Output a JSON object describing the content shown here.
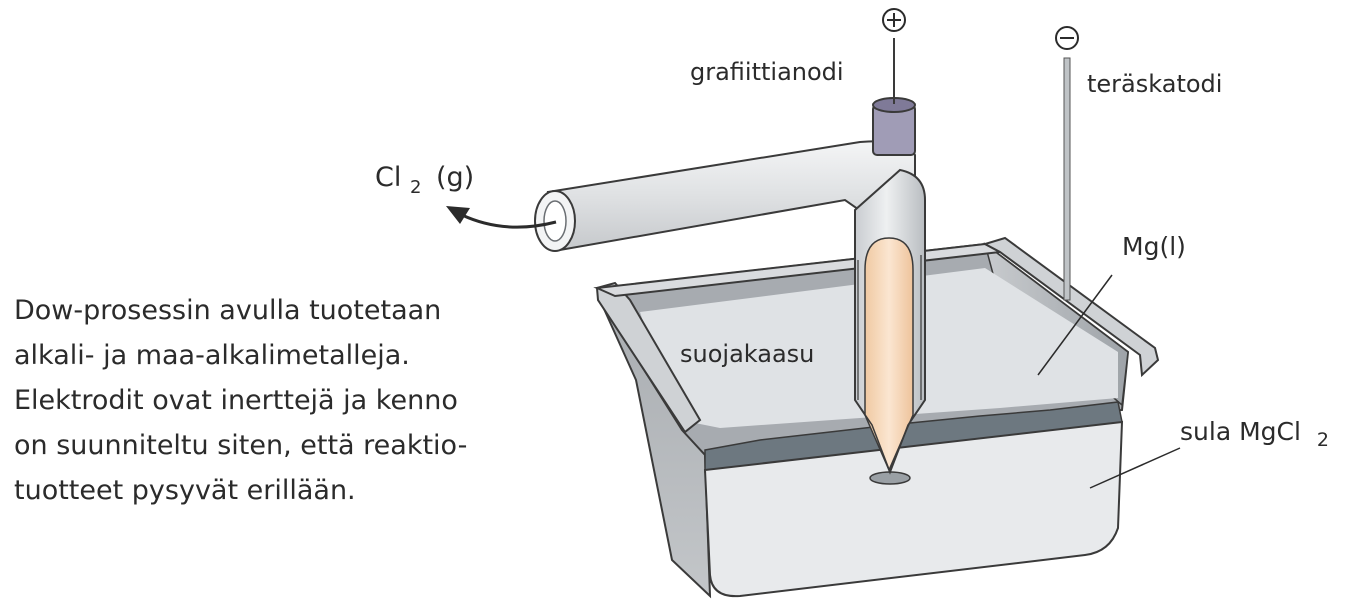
{
  "labels": {
    "anode": "grafiittianodi",
    "cathode": "teräskatodi",
    "magnesium": "Mg(l)",
    "shield_gas": "suojakaasu",
    "melt_prefix": "sula MgCl",
    "melt_subscript": "2",
    "chlorine_prefix": "Cl",
    "chlorine_subscript": "2",
    "chlorine_state": "(g)",
    "plus_sign": "+",
    "minus_sign": "−"
  },
  "caption": {
    "lines": [
      "Dow-prosessin avulla tuotetaan",
      "alkali- ja maa-alkalimetalleja.",
      "Elektrodit ovat inerttejä ja kenno",
      "on suunniteltu siten, että reaktio-",
      "tuotteet pysyvät erillään."
    ]
  },
  "colors": {
    "outline": "#3a3a3a",
    "tank_wall": "#b5b8bb",
    "tank_rim": "#d6d8da",
    "melt": "#e8eaec",
    "mg_layer": "#6d7880",
    "electrode_core": "#f6d8b8",
    "electrode_cap": "#9e9ab3",
    "pipe": "#e7e8e9"
  },
  "icons": [
    "positive-terminal-icon",
    "negative-terminal-icon",
    "gas-flow-arrow-icon"
  ]
}
